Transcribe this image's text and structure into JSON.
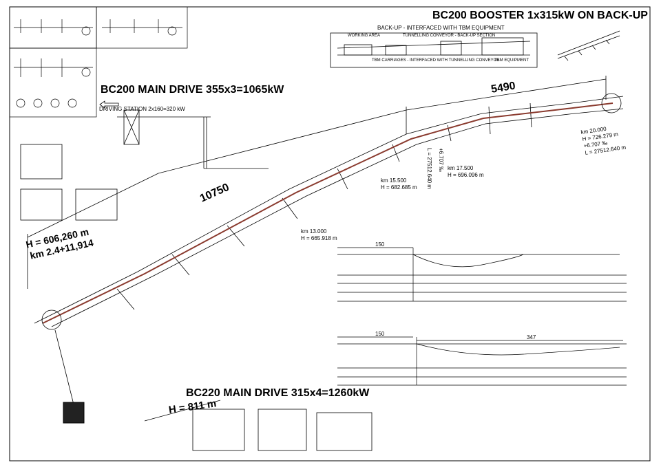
{
  "titles": {
    "booster": "BC200 BOOSTER 1x315kW ON BACK-UP",
    "main_drive_bc200": "BC200 MAIN DRIVE 355x3=1065kW",
    "main_drive_bc220": "BC220 MAIN DRIVE 315x4=1260kW",
    "driving_station": "DRIVING STATION  2x160=320  kW",
    "backup": "BACK-UP  -  INTERFACED WITH TBM EQUIPMENT"
  },
  "backup_labels": {
    "working_area": "WORKING AREA",
    "tunnelling_conveyor": "TUNNELLING CONVEYOR - BACK-UP SECTION",
    "tbm_carriages": "TBM CARRIAGES - INTERFACED WITH TUNNELLING CONVEYOR",
    "tbm_equipment": "TBM EQUIPMENT"
  },
  "dimensions": {
    "length_1": "10750",
    "length_2": "5490",
    "dim_150_a": "150",
    "dim_150_b": "150",
    "dim_347": "347"
  },
  "stations": {
    "start_h": "H = 606,260 m",
    "start_km": "km 2.4+11,914",
    "km13": "km 13.000",
    "km13_h": "H = 665.918 m",
    "km15": "km 15.500",
    "km15_h": "H = 682.685 m",
    "km17": "km 17.500",
    "km17_h": "H = 696.096 m",
    "slope": "+6.707 ‰",
    "l_mid": "L = 27512.640 m",
    "km20": "km 20.000",
    "km20_h": "H = 726.279 m",
    "km20_slope": "+6.707 ‰",
    "km20_l": "L = 27512.640 m",
    "bottom_h": "H = 811 m"
  },
  "colors": {
    "line": "#000000",
    "conveyor": "#8a3a2e",
    "background": "#ffffff"
  }
}
